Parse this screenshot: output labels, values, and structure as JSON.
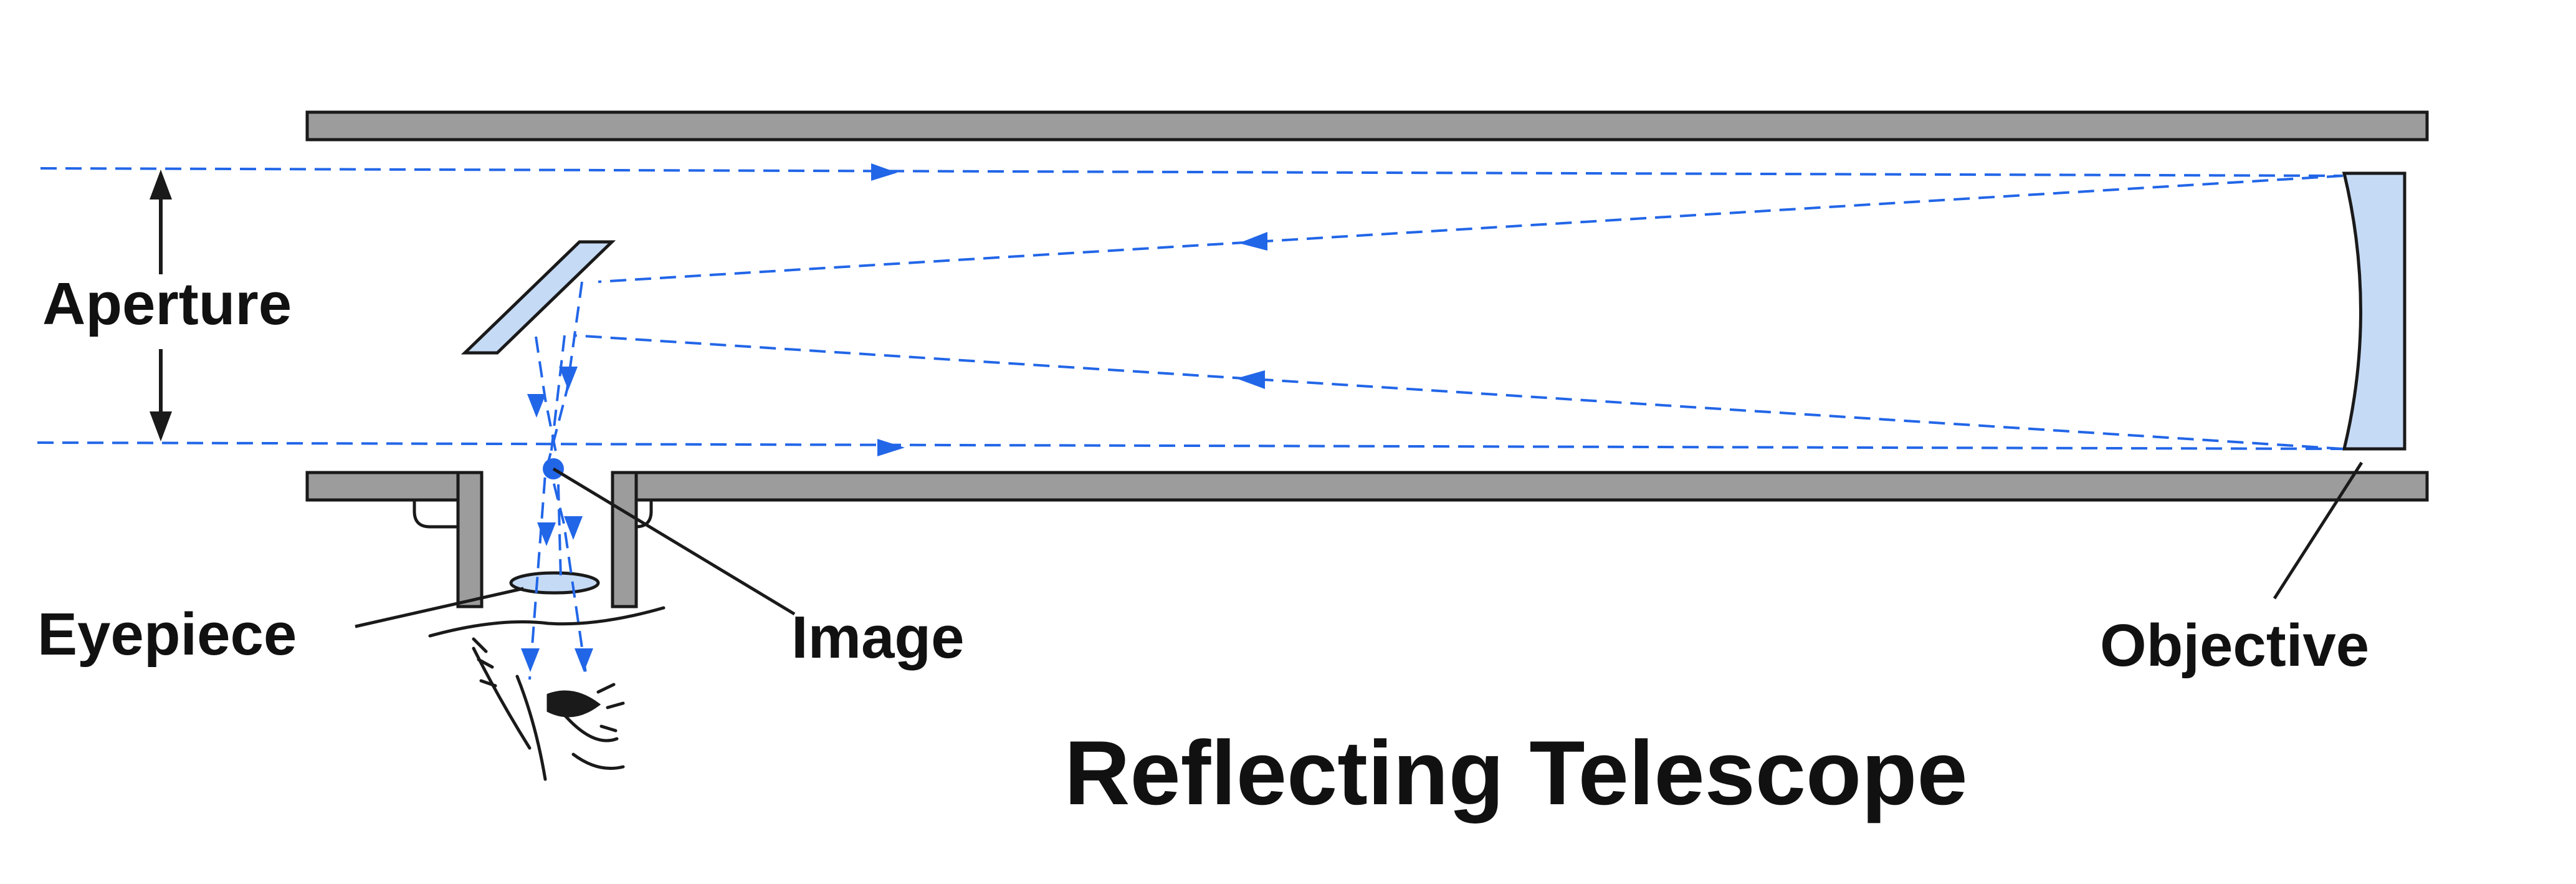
{
  "diagram": {
    "title": "Reflecting Telescope",
    "labels": {
      "aperture": "Aperture",
      "eyepiece": "Eyepiece",
      "image": "Image",
      "objective": "Objective"
    }
  },
  "colors": {
    "tube": "#9c9c9c",
    "outline": "#1a1a1a",
    "light_ray": "#2266e8",
    "mirror_fill": "#c5daf5",
    "text": "#111111",
    "background": "#ffffff"
  }
}
